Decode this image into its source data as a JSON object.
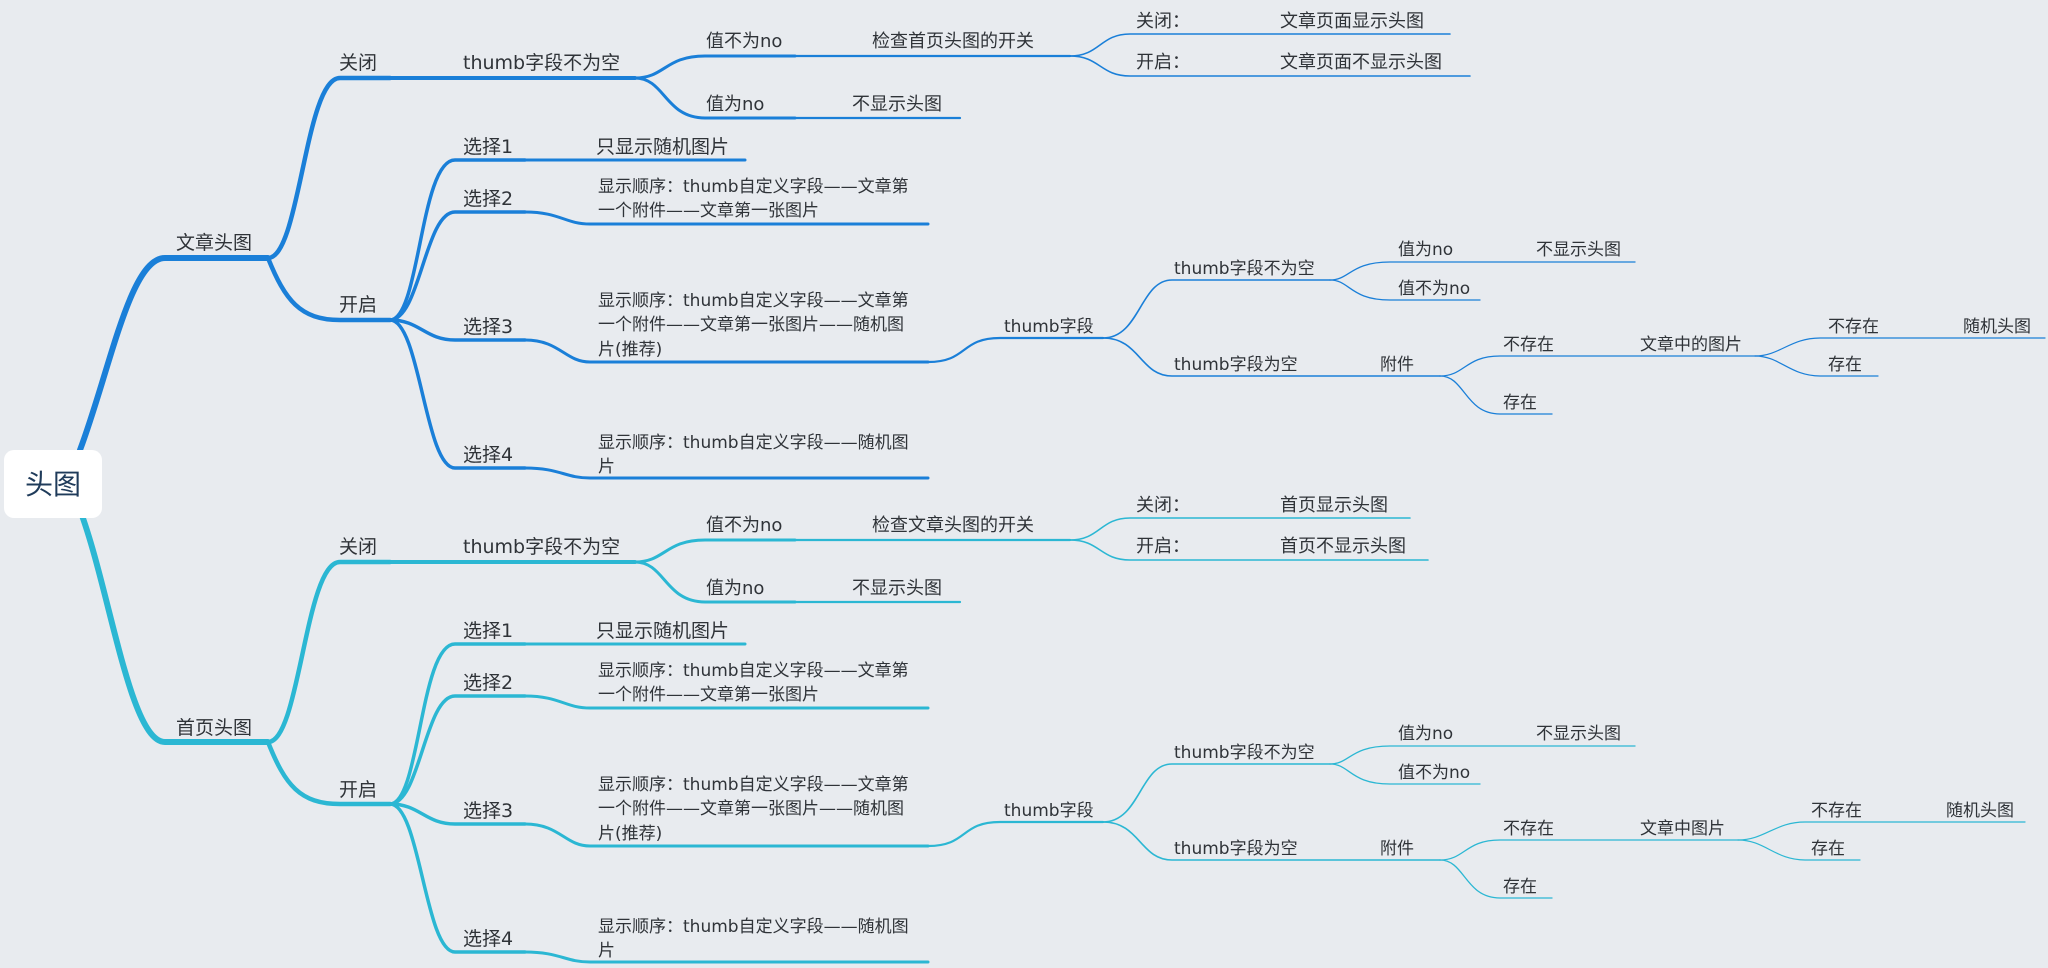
{
  "root": {
    "label": "头图"
  },
  "colors": {
    "background": "#e8ebef",
    "upper_branch": "#1a7fd8",
    "lower_branch": "#2bb7d3",
    "text": "#2f3338"
  },
  "article": {
    "label": "文章头图",
    "off": {
      "label": "关闭",
      "thumb_not_empty": "thumb字段不为空",
      "value_not_no": "值不为no",
      "check_switch": "检查首页头图的开关",
      "switch_off": "关闭：",
      "switch_off_result": "文章页面显示头图",
      "switch_on": "开启：",
      "switch_on_result": "文章页面不显示头图",
      "value_no": "值为no",
      "value_no_result": "不显示头图"
    },
    "on": {
      "label": "开启",
      "opt1": {
        "label": "选择1",
        "text": "只显示随机图片"
      },
      "opt2": {
        "label": "选择2",
        "line1": "显示顺序：thumb自定义字段——文章第",
        "line2": "一个附件——文章第一张图片"
      },
      "opt3": {
        "label": "选择3",
        "line1": "显示顺序：thumb自定义字段——文章第",
        "line2": "一个附件——文章第一张图片——随机图",
        "line3": "片(推荐)"
      },
      "opt4": {
        "label": "选择4",
        "line1": "显示顺序：thumb自定义字段——随机图",
        "line2": "片"
      },
      "thumb": {
        "label": "thumb字段",
        "not_empty": "thumb字段不为空",
        "value_no": "值为no",
        "value_no_result": "不显示头图",
        "value_not_no": "值不为no",
        "empty": "thumb字段为空",
        "attachment": "附件",
        "not_exist": "不存在",
        "images": "文章中的图片",
        "img_not_exist": "不存在",
        "random": "随机头图",
        "img_exist": "存在",
        "exist": "存在"
      }
    }
  },
  "home": {
    "label": "首页头图",
    "off": {
      "label": "关闭",
      "thumb_not_empty": "thumb字段不为空",
      "value_not_no": "值不为no",
      "check_switch": "检查文章头图的开关",
      "switch_off": "关闭：",
      "switch_off_result": "首页显示头图",
      "switch_on": "开启：",
      "switch_on_result": "首页不显示头图",
      "value_no": "值为no",
      "value_no_result": "不显示头图"
    },
    "on": {
      "label": "开启",
      "opt1": {
        "label": "选择1",
        "text": "只显示随机图片"
      },
      "opt2": {
        "label": "选择2",
        "line1": "显示顺序：thumb自定义字段——文章第",
        "line2": "一个附件——文章第一张图片"
      },
      "opt3": {
        "label": "选择3",
        "line1": "显示顺序：thumb自定义字段——文章第",
        "line2": "一个附件——文章第一张图片——随机图",
        "line3": "片(推荐)"
      },
      "opt4": {
        "label": "选择4",
        "line1": "显示顺序：thumb自定义字段——随机图",
        "line2": "片"
      },
      "thumb": {
        "label": "thumb字段",
        "not_empty": "thumb字段不为空",
        "value_no": "值为no",
        "value_no_result": "不显示头图",
        "value_not_no": "值不为no",
        "empty": "thumb字段为空",
        "attachment": "附件",
        "not_exist": "不存在",
        "images": "文章中图片",
        "img_not_exist": "不存在",
        "random": "随机头图",
        "img_exist": "存在",
        "exist": "存在"
      }
    }
  }
}
